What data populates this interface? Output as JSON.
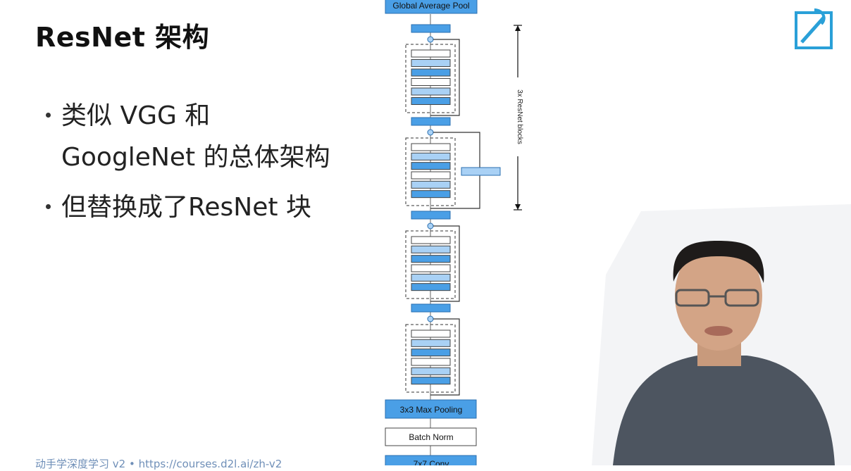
{
  "slide": {
    "title": "ResNet 架构",
    "bullets": [
      "类似 VGG 和 GoogleNet 的总体架构",
      "但替换成了ResNet 块"
    ],
    "footer": "动手学深度学习 v2 • https://courses.d2l.ai/zh-v2"
  },
  "diagram": {
    "top_label": "Global Average Pool",
    "maxpool_label": "3x3 Max Pooling",
    "batchnorm_label": "Batch Norm",
    "conv_label": "7x7 Conv",
    "repeat_label": "3x ResNet blocks"
  },
  "colors": {
    "accent_blue": "#4a9fe6",
    "light_blue": "#a9d1f5",
    "footer_text": "#6f8fb8"
  },
  "icons": {
    "logo": "d2l-logo-icon",
    "watermark": "bilibili-watermark-icon"
  }
}
